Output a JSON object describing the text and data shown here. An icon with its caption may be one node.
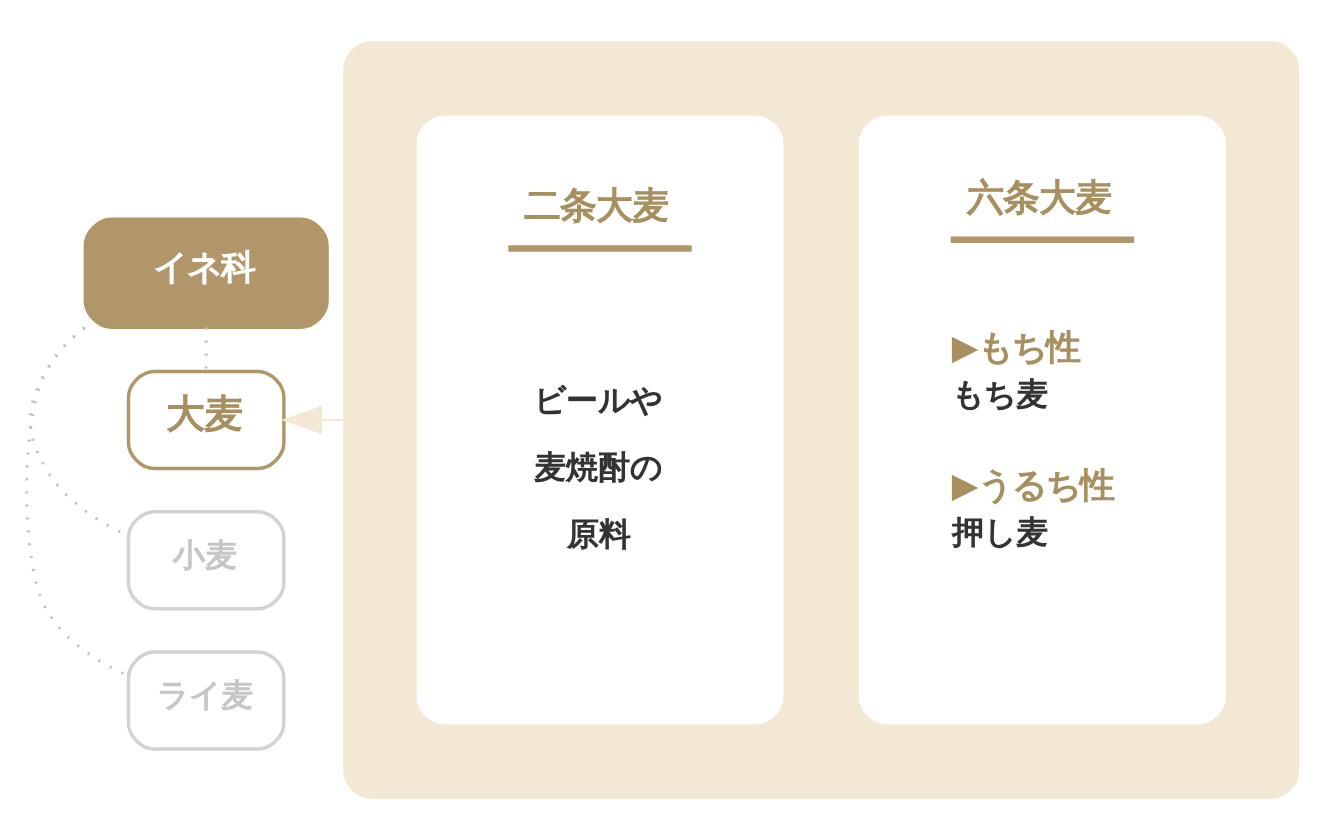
{
  "diagram": {
    "nodes": [
      {
        "text": [
          "イネ科"
        ]
      },
      {
        "text": [
          "大麦"
        ]
      },
      {
        "text": [
          "小麦"
        ]
      },
      {
        "text": [
          "ライ麦"
        ]
      },
      {
        "text": [],
        "shape": "box"
      },
      {
        "text": [
          "二条大麦",
          "ビールや麦焼酎の原料"
        ],
        "in": 4
      },
      {
        "text": [
          "六条大麦",
          "▶もち性",
          "もち麦",
          "▶うるち性",
          "押し麦"
        ],
        "in": 4
      }
    ],
    "edges": [
      {
        "from": 0,
        "to": 1,
        "arrow": "none",
        "style": "dashed"
      },
      {
        "from": 0,
        "to": 2,
        "arrow": "none",
        "style": "dashed"
      },
      {
        "from": 0,
        "to": 3,
        "arrow": "none",
        "style": "dashed"
      },
      {
        "from": 4,
        "to": 1,
        "arrow": "to",
        "color": "#f3e8d4"
      }
    ]
  }
}
